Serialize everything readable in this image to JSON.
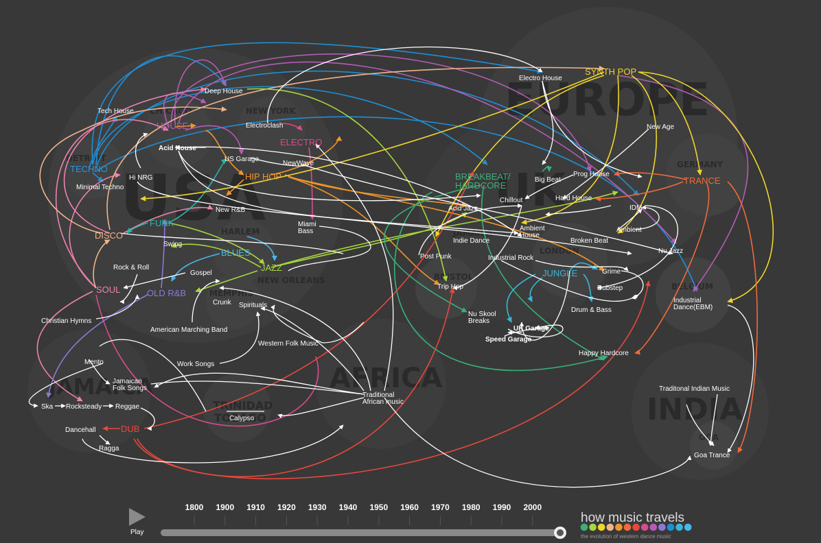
{
  "regions": [
    {
      "id": "usa",
      "label": "USA"
    },
    {
      "id": "europe",
      "label": "EUROPE"
    },
    {
      "id": "uk",
      "label": "UK"
    },
    {
      "id": "africa",
      "label": "AFRICA"
    },
    {
      "id": "india",
      "label": "INDIA"
    },
    {
      "id": "jamaica",
      "label": "JAMAICA"
    },
    {
      "id": "trinidad",
      "label": "TRINIDAD\nTOBAGO"
    }
  ],
  "cities": [
    {
      "id": "detroit",
      "label": "DETROIT"
    },
    {
      "id": "chicago",
      "label": "CHICAGO"
    },
    {
      "id": "newyork",
      "label": "NEW YORK"
    },
    {
      "id": "germany",
      "label": "GERMANY"
    },
    {
      "id": "london",
      "label": "LONDON"
    },
    {
      "id": "bristol",
      "label": "BRISTOL"
    },
    {
      "id": "belgium",
      "label": "BELGIUM"
    },
    {
      "id": "goa",
      "label": "GOA"
    },
    {
      "id": "memphis",
      "label": "MEMPHIS"
    },
    {
      "id": "neworleans",
      "label": "NEW ORLEANS"
    },
    {
      "id": "jamaica_city",
      "label": "JAMAICA"
    },
    {
      "id": "harlem",
      "label": "HARLEM"
    }
  ],
  "genres": [
    {
      "id": "techno",
      "label": "TECHNO",
      "major": true,
      "color": "#1f8fd6"
    },
    {
      "id": "house",
      "label": "HOUSE",
      "major": true,
      "color": "#b45db4"
    },
    {
      "id": "disco",
      "label": "DISCO",
      "major": true,
      "color": "#f0b48c"
    },
    {
      "id": "funk",
      "label": "FUNK",
      "major": true,
      "color": "#2bb5a8"
    },
    {
      "id": "soul",
      "label": "SOUL",
      "major": true,
      "color": "#ee82b0"
    },
    {
      "id": "oldrnb",
      "label": "OLD R&B",
      "major": true,
      "color": "#8a7ad8"
    },
    {
      "id": "blues",
      "label": "BLUES",
      "major": true,
      "color": "#4ab8e8"
    },
    {
      "id": "jazz",
      "label": "JAZZ",
      "major": true,
      "color": "#a8d83c"
    },
    {
      "id": "hiphop",
      "label": "HIP HOP",
      "major": true,
      "color": "#f0962a"
    },
    {
      "id": "electro",
      "label": "ELECTRO",
      "major": true,
      "color": "#d84c8c"
    },
    {
      "id": "synthpop",
      "label": "SYNTH POP",
      "major": true,
      "color": "#f0d62a"
    },
    {
      "id": "breakbeat",
      "label": "BREAKBEAT/\nHARDCORE",
      "major": true,
      "color": "#3ab07a"
    },
    {
      "id": "trance",
      "label": "TRANCE",
      "major": true,
      "color": "#f06a3a"
    },
    {
      "id": "jungle",
      "label": "JUNGLE",
      "major": true,
      "color": "#38b8d8"
    },
    {
      "id": "dub",
      "label": "DUB",
      "major": true,
      "color": "#e8483c"
    },
    {
      "id": "deephouse",
      "label": "Deep House"
    },
    {
      "id": "techhouse",
      "label": "Tech House"
    },
    {
      "id": "electroclash",
      "label": "Electroclash"
    },
    {
      "id": "acidhouse",
      "label": "Acid House",
      "bold": true
    },
    {
      "id": "usgarage",
      "label": "US Garage"
    },
    {
      "id": "newwave",
      "label": "NewWave"
    },
    {
      "id": "hinrg",
      "label": "Hi NRG"
    },
    {
      "id": "minimaltechno",
      "label": "Minimal Techno"
    },
    {
      "id": "newrnb",
      "label": "New R&B"
    },
    {
      "id": "miamibass",
      "label": "Miami\nBass"
    },
    {
      "id": "swing",
      "label": "Swing"
    },
    {
      "id": "rockroll",
      "label": "Rock & Roll"
    },
    {
      "id": "gospel",
      "label": "Gospel"
    },
    {
      "id": "crunk",
      "label": "Crunk"
    },
    {
      "id": "spirituals",
      "label": "Spirituals"
    },
    {
      "id": "christianhymns",
      "label": "Christian Hymns"
    },
    {
      "id": "marchingband",
      "label": "American Marching Band"
    },
    {
      "id": "westernfolk",
      "label": "Western Folk Music"
    },
    {
      "id": "worksongs",
      "label": "Work Songs"
    },
    {
      "id": "mento",
      "label": "Mento"
    },
    {
      "id": "jamaicanfolk",
      "label": "Jamaican\nFolk Songs"
    },
    {
      "id": "traditionalafrican",
      "label": "Traditional\nAfrican music"
    },
    {
      "id": "ska",
      "label": "Ska"
    },
    {
      "id": "rocksteady",
      "label": "Rocksteady"
    },
    {
      "id": "reggae",
      "label": "Reggae"
    },
    {
      "id": "calypso",
      "label": "Calypso"
    },
    {
      "id": "dancehall",
      "label": "Dancehall"
    },
    {
      "id": "ragga",
      "label": "Ragga"
    },
    {
      "id": "electrohouse",
      "label": "Electro House"
    },
    {
      "id": "newage",
      "label": "New Age"
    },
    {
      "id": "proghouse",
      "label": "Prog House"
    },
    {
      "id": "bigbeat",
      "label": "Big Beat"
    },
    {
      "id": "chillout",
      "label": "Chillout"
    },
    {
      "id": "hardhouse",
      "label": "Hard House"
    },
    {
      "id": "acidjazz",
      "label": "Acid Jazz"
    },
    {
      "id": "idm",
      "label": "IDM"
    },
    {
      "id": "ambient",
      "label": "Ambient"
    },
    {
      "id": "ambienthouse",
      "label": "Ambient\nHouse"
    },
    {
      "id": "indiedance",
      "label": "Indie Dance"
    },
    {
      "id": "postpunk",
      "label": "Post Punk"
    },
    {
      "id": "industrialrock",
      "label": "Industrial Rock"
    },
    {
      "id": "brokenbeat",
      "label": "Broken Beat"
    },
    {
      "id": "nujazz",
      "label": "Nu Jazz"
    },
    {
      "id": "grime",
      "label": "Grime"
    },
    {
      "id": "triphop",
      "label": "Trip Hop"
    },
    {
      "id": "dubstep",
      "label": "Dubstep"
    },
    {
      "id": "drumbass",
      "label": "Drum & Bass"
    },
    {
      "id": "industrialdance",
      "label": "Industrial\nDance(EBM)"
    },
    {
      "id": "nuskool",
      "label": "Nu Skool\nBreaks"
    },
    {
      "id": "ukgarage",
      "label": "UK Garage",
      "bold": true
    },
    {
      "id": "speedgarage",
      "label": "Speed Garage",
      "bold": true
    },
    {
      "id": "happyhardcore",
      "label": "Happy Hardcore"
    },
    {
      "id": "indianmusic",
      "label": "Traditonal Indian Music"
    },
    {
      "id": "goatrance",
      "label": "Goa Trance"
    }
  ],
  "timeline": {
    "years": [
      "1800",
      "1900",
      "1910",
      "1920",
      "1930",
      "1940",
      "1950",
      "1960",
      "1970",
      "1980",
      "1990",
      "2000"
    ],
    "play_label": "Play",
    "progress": 1.0
  },
  "logo": {
    "title": "how music travels",
    "subtitle": "the evolution of western dance music",
    "dot_colors": [
      "#3ab07a",
      "#a8d83c",
      "#f0d62a",
      "#f0b48c",
      "#f0962a",
      "#f06a3a",
      "#e8483c",
      "#d84c8c",
      "#b45db4",
      "#8a7ad8",
      "#1f8fd6",
      "#38b8d8",
      "#4ab8e8"
    ]
  }
}
